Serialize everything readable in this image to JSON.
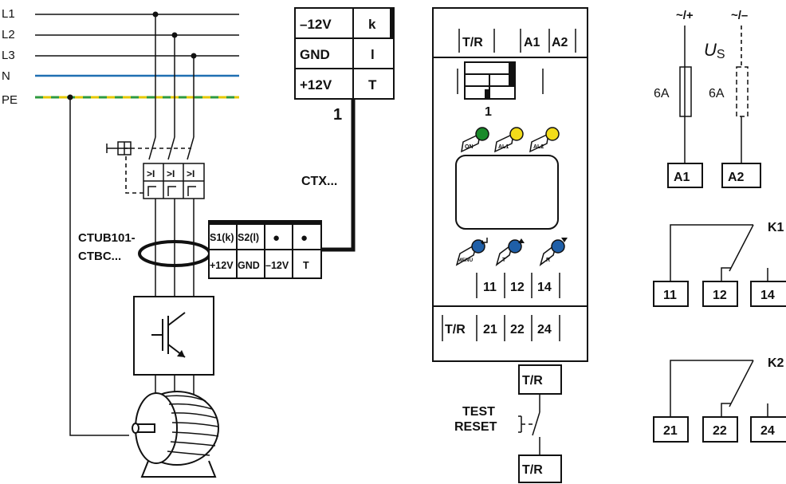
{
  "lines": {
    "l1": "L1",
    "l2": "L2",
    "l3": "L3",
    "n": "N",
    "pe": "PE"
  },
  "sensor": {
    "name_line1": "CTUB101-",
    "name_line2": "CTBC...",
    "pins_top": [
      "S1(k)",
      "S2(l)",
      "●",
      "●"
    ],
    "pins_bottom": [
      "+12V",
      "GND",
      "–12V",
      "T"
    ]
  },
  "connector": {
    "rows": [
      {
        "left": "–12V",
        "right": "k"
      },
      {
        "left": "GND",
        "right": "l"
      },
      {
        "left": "+12V",
        "right": "T"
      }
    ],
    "number": "1",
    "cable": "CTX..."
  },
  "device": {
    "top_terminals": [
      "T/R",
      "A1",
      "A2"
    ],
    "port_number": "1",
    "leds": [
      "ON",
      "AL1",
      "AL2"
    ],
    "buttons": [
      "MENU",
      "T",
      "R"
    ],
    "relay_terminals_1": [
      "11",
      "12",
      "14"
    ],
    "relay_terminals_2": [
      "T/R",
      "21",
      "22",
      "24"
    ]
  },
  "test_reset": {
    "top": "T/R",
    "label_line1": "TEST",
    "label_line2": "RESET",
    "bottom": "T/R"
  },
  "supply": {
    "plus": "~/+",
    "minus": "~/–",
    "us": "U",
    "us_sub": "S",
    "fuse1": "6A",
    "fuse2": "6A",
    "terminals": [
      "A1",
      "A2"
    ]
  },
  "relays": {
    "k1": "K1",
    "k1_terminals": [
      "11",
      "12",
      "14"
    ],
    "k2": "K2",
    "k2_terminals": [
      "21",
      "22",
      "24"
    ]
  },
  "colors": {
    "neutral": "#1f6fb2",
    "pe_yellow": "#e6c800",
    "pe_green": "#2e9a3e",
    "led_on": "#1a8a2a",
    "led_alarm": "#f2dc1a",
    "button": "#1f5fa8"
  }
}
